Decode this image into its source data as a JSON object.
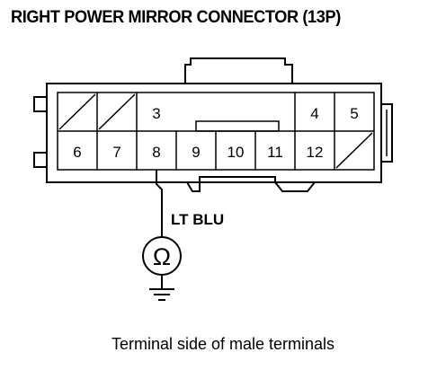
{
  "title": "RIGHT POWER MIRROR CONNECTOR (13P)",
  "caption": "Terminal side of male terminals",
  "wire_label": "LT BLU",
  "connector": {
    "pin_count": 13,
    "top_row": [
      "",
      "",
      "3",
      "",
      "",
      "",
      "",
      "4",
      "5"
    ],
    "bottom_row": [
      "6",
      "7",
      "8",
      "9",
      "10",
      "11",
      "12",
      ""
    ],
    "unused_cavities": [
      "top-1",
      "top-2",
      "bottom-8"
    ],
    "probed_terminal": "8"
  },
  "meter_symbol": "ohm-meter-icon",
  "ground_symbol": "ground-icon"
}
